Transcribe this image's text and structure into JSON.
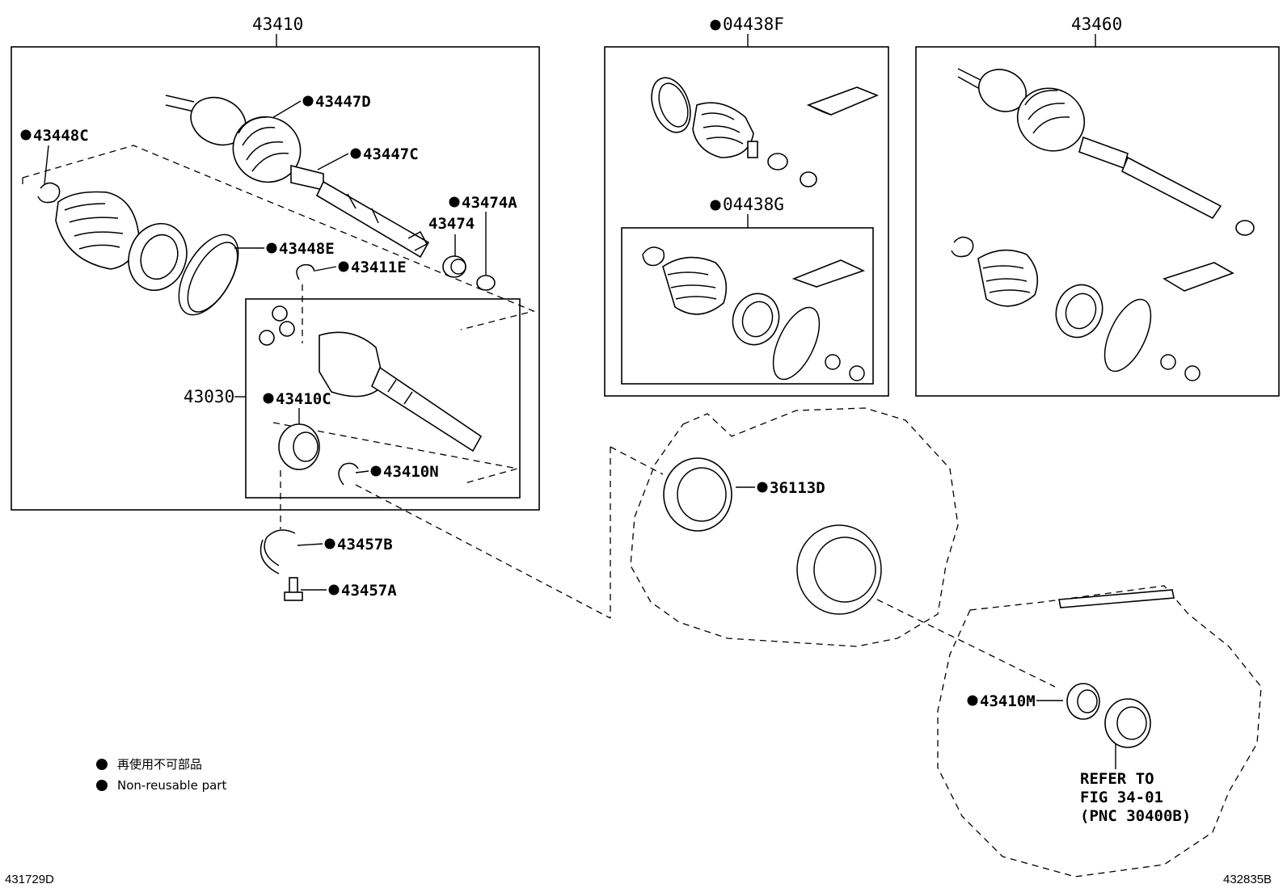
{
  "colors": {
    "ink": "#000000",
    "paper": "#ffffff"
  },
  "groups": {
    "g43410": "43410",
    "g04438F": "04438F",
    "g04438G": "04438G",
    "g43460": "43460",
    "g43030": "43030"
  },
  "parts": {
    "p43448C": "43448C",
    "p43447D": "43447D",
    "p43447C": "43447C",
    "p43474A": "43474A",
    "p43474": "43474",
    "p43448E": "43448E",
    "p43411E": "43411E",
    "p43410C": "43410C",
    "p43410N": "43410N",
    "p43457B": "43457B",
    "p43457A": "43457A",
    "p36113D": "36113D",
    "p43410M": "43410M"
  },
  "refer": {
    "line1": "REFER TO",
    "line2": "FIG 34-01",
    "line3": "(PNC 30400B)"
  },
  "legend": {
    "jp": "再使用不可部品",
    "en": "Non-reusable part"
  },
  "footer": {
    "left": "431729D",
    "right": "432835B"
  }
}
